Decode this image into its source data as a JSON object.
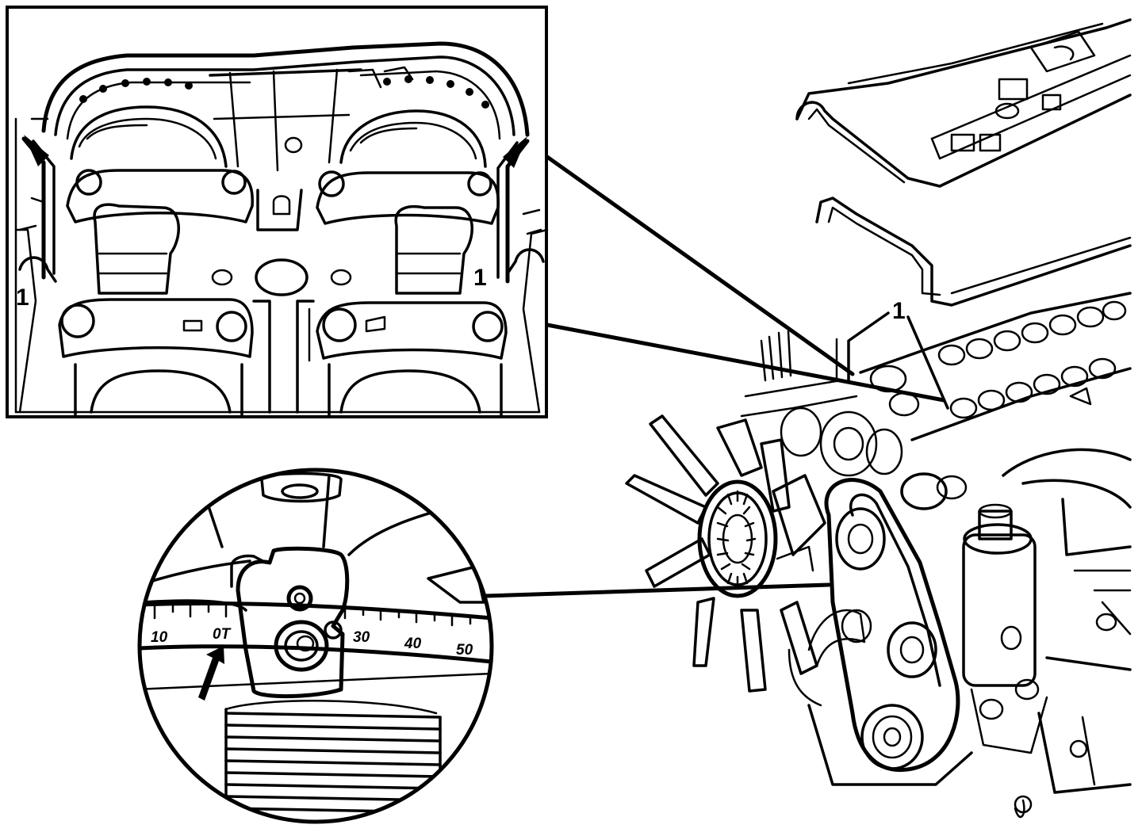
{
  "callouts": {
    "inset_left": "1",
    "inset_right": "1",
    "main_engine": "1"
  },
  "timing_scale": {
    "labels": [
      "10",
      "0T",
      "30",
      "40",
      "50"
    ]
  },
  "icons": {
    "arrow": "pointer-arrow-icon"
  }
}
